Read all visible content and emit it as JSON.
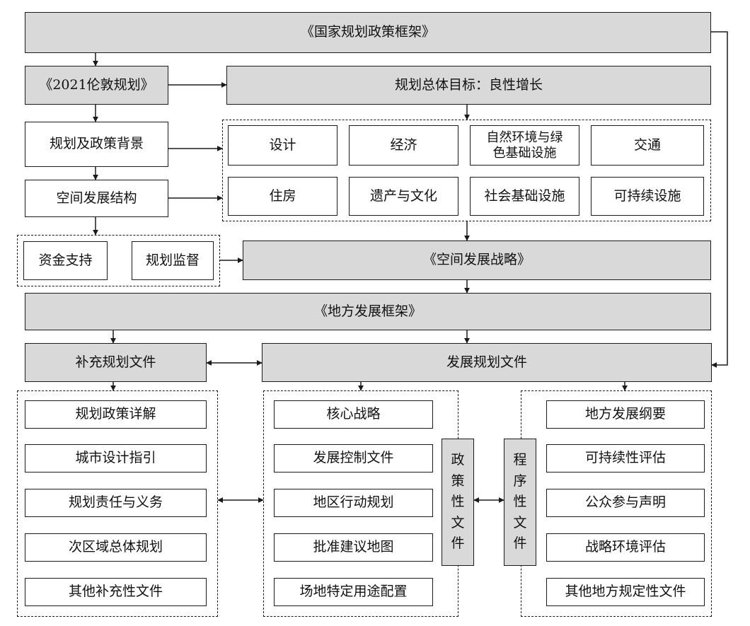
{
  "top": {
    "national_framework": "《国家规划政策框架》",
    "london_plan": "《2021伦敦规划》",
    "overall_goal": "规划总体目标：良性增长",
    "policy_background": "规划及政策背景",
    "spatial_structure": "空间发展结构"
  },
  "themes": [
    "设计",
    "经济",
    "自然环境与绿\n色基础设施",
    "交通",
    "住房",
    "遗产与文化",
    "社会基础设施",
    "可持续设施"
  ],
  "support": {
    "funding": "资金支持",
    "monitoring": "规划监督"
  },
  "strategy": "《空间发展战略》",
  "local_framework": "《地方发展框架》",
  "supplementary": {
    "title": "补充规划文件",
    "items": [
      "规划政策详解",
      "城市设计指引",
      "规划责任与义务",
      "次区域总体规划",
      "其他补充性文件"
    ]
  },
  "development": {
    "title": "发展规划文件",
    "policy_items": [
      "核心战略",
      "发展控制文件",
      "地区行动规划",
      "批准建议地图",
      "场地特定用途配置"
    ],
    "policy_label": "政\n策\n性\n文\n件",
    "procedural_label": "程\n序\n性\n文\n件",
    "procedural_items": [
      "地方发展纲要",
      "可持续性评估",
      "公众参与声明",
      "战略环境评估",
      "其他地方规定性文件"
    ]
  }
}
